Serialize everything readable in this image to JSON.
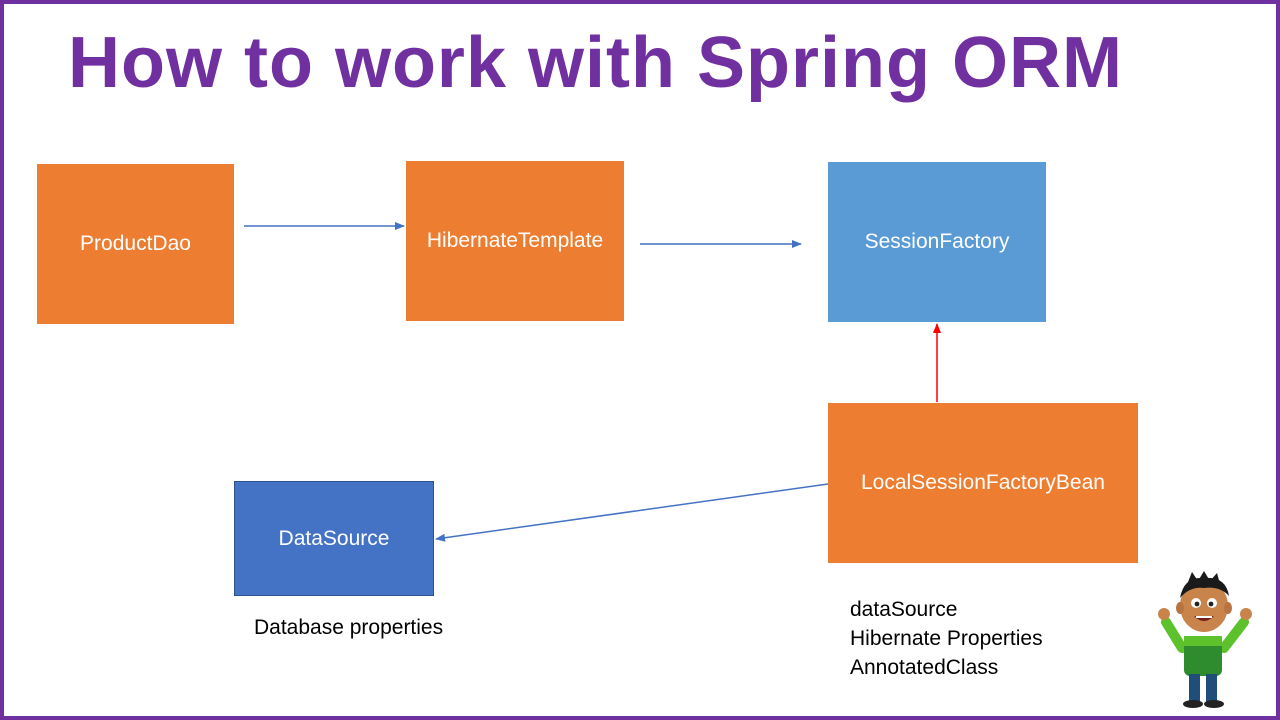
{
  "title": "How to work with Spring ORM",
  "boxes": {
    "product_dao": "ProductDao",
    "hibernate_template": "HibernateTemplate",
    "session_factory": "SessionFactory",
    "local_session_factory_bean": "LocalSessionFactoryBean",
    "data_source": "DataSource"
  },
  "notes": {
    "data_source_note": "Database properties",
    "bean_props": [
      "dataSource",
      "Hibernate Properties",
      "AnnotatedClass"
    ]
  },
  "colors": {
    "title": "#7030a0",
    "border": "#7030a0",
    "orange_box": "#ed7d31",
    "light_blue_box": "#5b9bd5",
    "blue_box": "#4472c4",
    "arrow_blue": "#4472c4",
    "arrow_red": "#ff0000"
  },
  "illustration": "cartoon-boy-waving"
}
